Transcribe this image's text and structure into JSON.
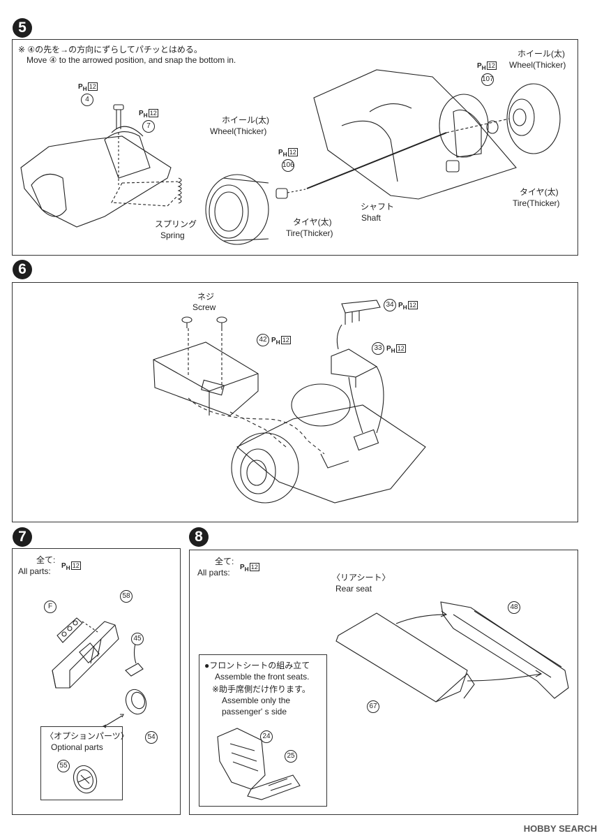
{
  "steps": {
    "s5": {
      "number": "5",
      "note_jp": "※ ④の先を→の方向にずらしてパチッとはめる。",
      "note_en": "Move ④ to the arrowed position, and snap the bottom in.",
      "labels": {
        "wheel_left_jp": "ホイール(太)",
        "wheel_left_en": "Wheel(Thicker)",
        "wheel_right_jp": "ホイール(太)",
        "wheel_right_en": "Wheel(Thicker)",
        "tire_left_jp": "タイヤ(太)",
        "tire_left_en": "Tire(Thicker)",
        "tire_right_jp": "タイヤ(太)",
        "tire_right_en": "Tire(Thicker)",
        "spring_jp": "スプリング",
        "spring_en": "Spring",
        "shaft_jp": "シャフト",
        "shaft_en": "Shaft"
      },
      "parts": [
        "4",
        "7",
        "106",
        "107"
      ]
    },
    "s6": {
      "number": "6",
      "labels": {
        "screw_jp": "ネジ",
        "screw_en": "Screw"
      },
      "parts": [
        "42",
        "34",
        "33"
      ]
    },
    "s7": {
      "number": "7",
      "all_parts_jp": "全て:",
      "all_parts_en": "All parts:",
      "option_jp": "〈オプションパーツ〉",
      "option_en": "Optional parts",
      "parts": [
        "F",
        "58",
        "45",
        "54",
        "55"
      ]
    },
    "s8": {
      "number": "8",
      "all_parts_jp": "全て:",
      "all_parts_en": "All parts:",
      "rear_seat_jp": "〈リアシート〉",
      "rear_seat_en": "Rear seat",
      "front_note_jp": "●フロントシートの組み立て",
      "front_note_en": "Assemble the front seats.",
      "front_sub_jp": "※助手席側だけ作ります。",
      "front_sub_en1": "Assemble only the",
      "front_sub_en2": "passenger' s side",
      "parts": [
        "48",
        "67",
        "24",
        "25"
      ]
    }
  },
  "runner_tag": {
    "prefix": "P",
    "sub": "H",
    "num": "12"
  },
  "watermark": "HOBBY SEARCH"
}
